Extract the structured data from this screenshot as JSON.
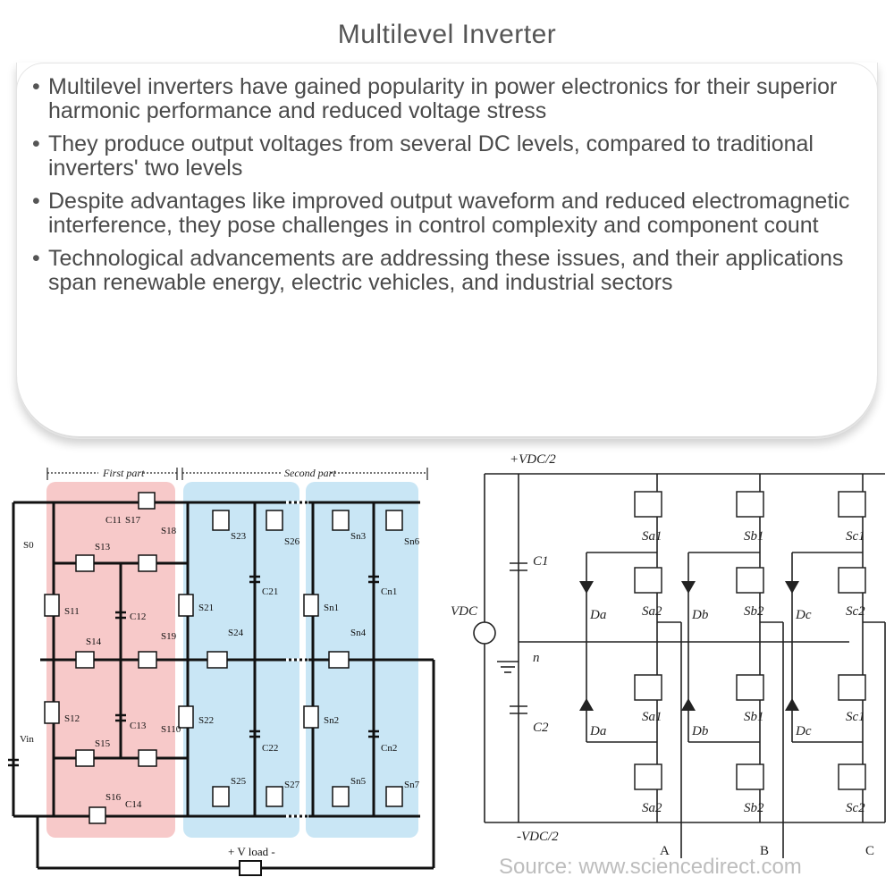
{
  "title": "Multilevel Inverter",
  "bullets": [
    "Multilevel inverters have gained popularity in power electronics for their superior harmonic performance and reduced voltage stress",
    "They produce output voltages from several DC levels, compared to traditional inverters' two levels",
    "Despite advantages like improved output waveform and reduced electromagnetic interference, they pose challenges in control complexity and component count",
    "Technological advancements are addressing these issues, and their applications span renewable energy, electric vehicles, and industrial sectors"
  ],
  "left_diagram": {
    "first_part": "First part",
    "second_part": "Second part",
    "vin": "Vin",
    "vload": "+ V load -",
    "s0": "S0",
    "labels": [
      "C11",
      "S17",
      "S18",
      "S13",
      "S11",
      "C12",
      "S14",
      "S19",
      "S12",
      "C13",
      "S15",
      "S110",
      "S16",
      "C14",
      "S23",
      "S26",
      "S21",
      "C21",
      "S24",
      "S22",
      "C22",
      "S25",
      "S27",
      "Sn3",
      "Sn6",
      "Sn1",
      "Cn1",
      "Sn4",
      "Sn2",
      "Cn2",
      "Sn5",
      "Sn7"
    ]
  },
  "right_diagram": {
    "vdc_top": "+VDC/2",
    "vdc_bottom": "-VDC/2",
    "vdc": "VDC",
    "c1": "C1",
    "c2": "C2",
    "n": "n",
    "switches_top": [
      "Sa1",
      "Sb1",
      "Sc1"
    ],
    "switches_top2": [
      "Sa2",
      "Sb2",
      "Sc2"
    ],
    "switches_bottom1": [
      "Sa1",
      "Sb1",
      "Sc1"
    ],
    "switches_bottom2": [
      "Sa2",
      "Sb2",
      "Sc2"
    ],
    "diodes": [
      "Da",
      "Db",
      "Dc"
    ],
    "outputs": [
      "A",
      "B",
      "C"
    ]
  },
  "source": "Source: www.sciencedirect.com",
  "colors": {
    "first_part_fill": "#f7c9c9",
    "second_part_fill": "#c9e6f5"
  }
}
